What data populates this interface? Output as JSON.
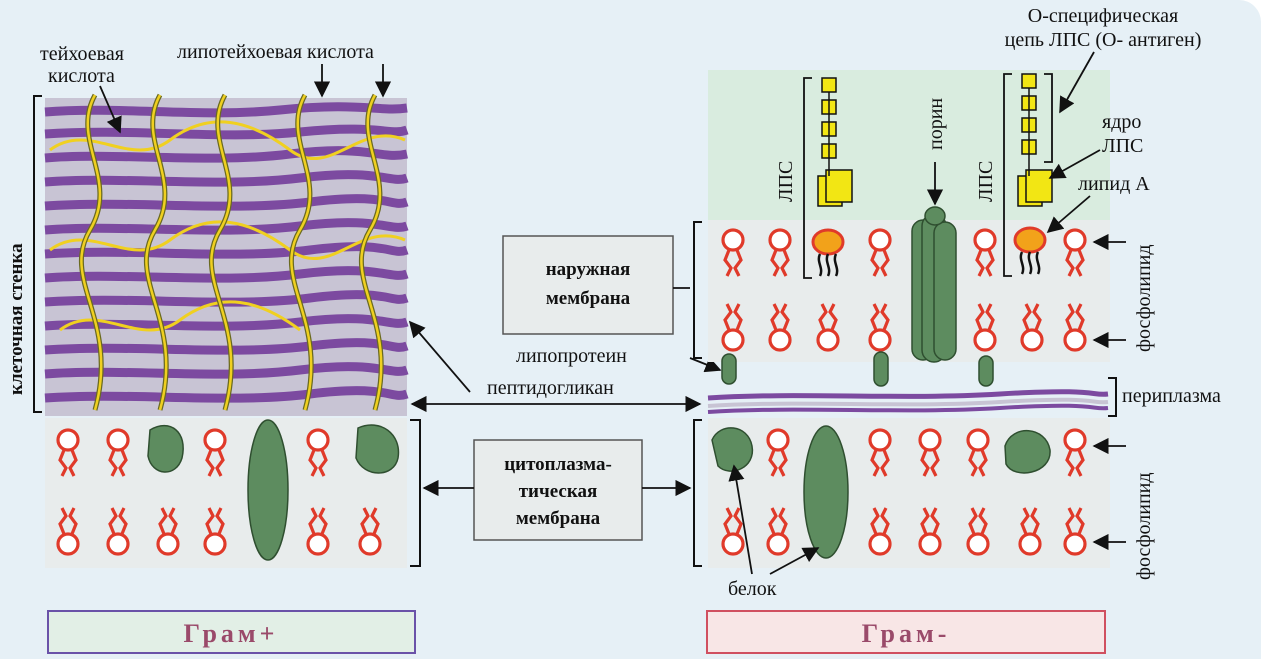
{
  "labels": {
    "teichoic_acid_line1": "тейхоевая",
    "teichoic_acid_line2": "кислота",
    "lipoteichoic_acid": "липотейхоевая  кислота",
    "cell_wall": "клеточная стенка",
    "o_specific_line1": "О-специфическая",
    "o_specific_line2": "цепь ЛПС (О- антиген)",
    "lps_left": "ЛПС",
    "lps_right": "ЛПС",
    "porin": "порин",
    "lps_core_line1": "ядро",
    "lps_core_line2": "ЛПС",
    "lipid_a": "липид А",
    "phospholipid_top": "фосфолипид",
    "phospholipid_bottom": "фосфолипид",
    "outer_membrane_line1": "наружная",
    "outer_membrane_line2": "мембрана",
    "lipoprotein": "липопротеин",
    "peptidoglycan": "пептидогликан",
    "periplasm": "периплазма",
    "cytoplasmic_membrane_line1": "цитоплазма-",
    "cytoplasmic_membrane_line2": "тическая",
    "cytoplasmic_membrane_line3": "мембрана",
    "protein": "белок",
    "gram_positive": "Грам+",
    "gram_negative": "Грам-"
  },
  "colors": {
    "background": "#e6f0f6",
    "panel": "#e8f2ec",
    "outer_bg": "#d9ecdf",
    "phospholipid": "#e03a2a",
    "protein": "#5d8c5f",
    "peptidoglycan_purple": "#7c4aa0",
    "peptidoglycan_grey": "#c8c4d4",
    "teichoic_yellow": "#f0d020",
    "lps_square": "#f2e614",
    "lipid_a_fill": "#f2a21a",
    "gram_pos_border": "#6a52a8",
    "gram_neg_border": "#d05060",
    "footer_text": "#9a4a6a"
  }
}
